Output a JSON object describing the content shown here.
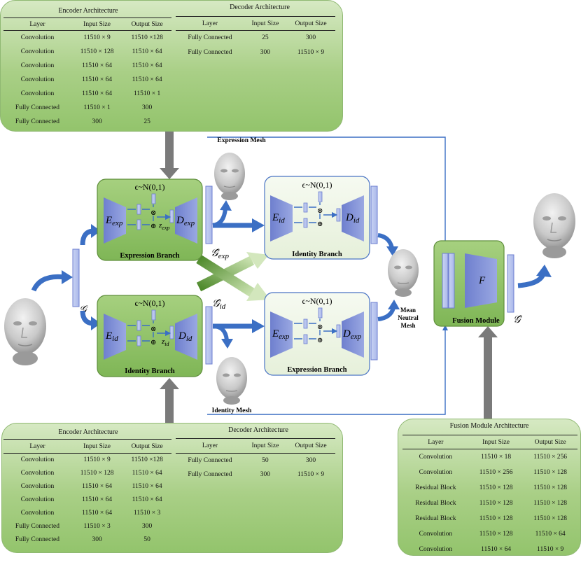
{
  "top_panel": {
    "encoder": {
      "title": "Encoder Architecture",
      "headers": [
        "Layer",
        "Input Size",
        "Output Size"
      ],
      "rows": [
        [
          "Convolution",
          "11510 × 9",
          "11510 ×128"
        ],
        [
          "Convolution",
          "11510 × 128",
          "11510 × 64"
        ],
        [
          "Convolution",
          "11510 × 64",
          "11510 × 64"
        ],
        [
          "Convolution",
          "11510 × 64",
          "11510 × 64"
        ],
        [
          "Convolution",
          "11510 × 64",
          "11510 × 1"
        ],
        [
          "Fully Connected",
          "11510 × 1",
          "300"
        ],
        [
          "Fully Connected",
          "300",
          "25"
        ]
      ]
    },
    "decoder": {
      "title": "Decoder Architecture",
      "headers": [
        "Layer",
        "Input Size",
        "Output Size"
      ],
      "rows": [
        [
          "Fully Connected",
          "25",
          "300"
        ],
        [
          "Fully Connected",
          "300",
          "11510 × 9"
        ]
      ]
    }
  },
  "bottom_panel": {
    "encoder": {
      "title": "Encoder Architecture",
      "headers": [
        "Layer",
        "Input Size",
        "Output Size"
      ],
      "rows": [
        [
          "Convolution",
          "11510 × 9",
          "11510 ×128"
        ],
        [
          "Convolution",
          "11510 × 128",
          "11510 × 64"
        ],
        [
          "Convolution",
          "11510 × 64",
          "11510 × 64"
        ],
        [
          "Convolution",
          "11510 × 64",
          "11510 × 64"
        ],
        [
          "Convolution",
          "11510 × 64",
          "11510 × 3"
        ],
        [
          "Fully Connected",
          "11510 × 3",
          "300"
        ],
        [
          "Fully Connected",
          "300",
          "50"
        ]
      ]
    },
    "decoder": {
      "title": "Decoder Architecture",
      "headers": [
        "Layer",
        "Input Size",
        "Output Size"
      ],
      "rows": [
        [
          "Fully Connected",
          "50",
          "300"
        ],
        [
          "Fully Connected",
          "300",
          "11510 × 9"
        ]
      ]
    }
  },
  "fusion_panel": {
    "title": "Fusion Module Architecture",
    "headers": [
      "Layer",
      "Input Size",
      "Output Size"
    ],
    "rows": [
      [
        "Convolution",
        "11510 × 18",
        "11510 × 256"
      ],
      [
        "Convolution",
        "11510 × 256",
        "11510 × 128"
      ],
      [
        "Residual Block",
        "11510 × 128",
        "11510 × 128"
      ],
      [
        "Residual Block",
        "11510 × 128",
        "11510 × 128"
      ],
      [
        "Residual Block",
        "11510 × 128",
        "11510 × 128"
      ],
      [
        "Convolution",
        "11510 × 128",
        "11510 × 64"
      ],
      [
        "Convolution",
        "11510 × 64",
        "11510 × 9"
      ]
    ]
  },
  "diagram": {
    "noise": "ϵ~N(0,1)",
    "expression_branch": "Expression Branch",
    "identity_branch": "Identity Branch",
    "fusion_module": "Fusion Module",
    "e_exp": "E",
    "e_exp_sub": "exp",
    "d_exp": "D",
    "d_exp_sub": "exp",
    "e_id": "E",
    "e_id_sub": "id",
    "d_id": "D",
    "d_id_sub": "id",
    "z_exp": "z",
    "z_exp_sub": "exp",
    "z_id": "z",
    "z_id_sub": "id",
    "f_label": "F",
    "input_g": "𝒢",
    "g_exp": "𝒢̂",
    "g_exp_sub": "exp",
    "g_id": "𝒢̂",
    "g_id_sub": "id",
    "g_hat": "𝒢̂",
    "expression_mesh": "Expression Mesh",
    "identity_mesh": "Identity Mesh",
    "mean_neutral_mesh": [
      "Mean",
      "Neutral",
      "Mesh"
    ],
    "otimes": "⊗",
    "oplus": "⊕"
  },
  "colors": {
    "panel_green": "#a9cf86",
    "branch_green": "#93c46c",
    "light_green": "#eef5e6",
    "encoder_blue": "#7f8fd6",
    "arrow_blue": "#3b6fc4",
    "arrow_gray": "#7a7a7a"
  }
}
